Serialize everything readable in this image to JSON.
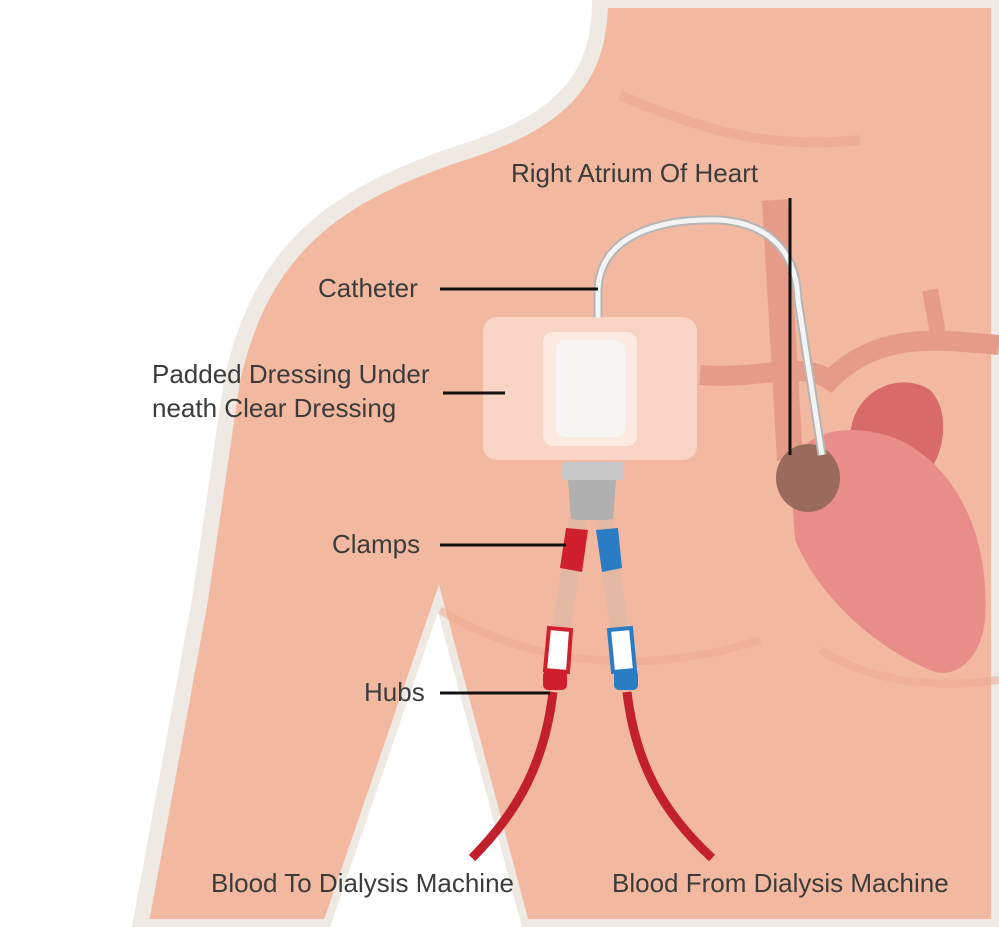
{
  "labels": {
    "right_atrium": "Right Atrium Of Heart",
    "catheter": "Catheter",
    "dressing_line1": "Padded Dressing Under",
    "dressing_line2": "neath Clear Dressing",
    "clamps": "Clamps",
    "hubs": "Hubs",
    "blood_to": "Blood To Dialysis Machine",
    "blood_from": "Blood From Dialysis Machine"
  },
  "colors": {
    "skin": "#f2b9a0",
    "skin_shadow": "#eaa78e",
    "outline": "#efe9e4",
    "arterial_red": "#d0202e",
    "venous_blue": "#2a7cc4",
    "heart": "#e98d8a",
    "atrium": "#9a6a5c",
    "leader_line": "#111111"
  }
}
